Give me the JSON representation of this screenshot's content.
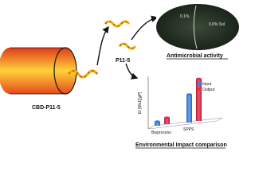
{
  "labels": {
    "cbd_p11_5": "CBD-P11-5",
    "p11_5": "P11-5",
    "antimicrobial": "Antimicrobial activity",
    "env_impact": "Environmental Impact comparison",
    "plate_text_left": "0.1%",
    "plate_text_right": "0.0%\nSol"
  },
  "chart_data": {
    "type": "bar",
    "categories": [
      "Bioprocess",
      "SPPS"
    ],
    "series": [
      {
        "name": "Input",
        "values": [
          0.7,
          4.8
        ],
        "color": "#3d7fd9"
      },
      {
        "name": "Output",
        "values": [
          1.1,
          7.2
        ],
        "color": "#e0324b"
      }
    ],
    "title": "",
    "xlabel": "",
    "ylabel": "EI [Mx1][gP]",
    "ylim": [
      0,
      9
    ],
    "grid": false,
    "legend_position": "top-right"
  },
  "colors": {
    "cylinder_dark": "#e03a1a",
    "cylinder_light": "#ffd23a",
    "arrow": "#111111",
    "plate_bg": "#1e2a1d",
    "underline": "#111111"
  }
}
